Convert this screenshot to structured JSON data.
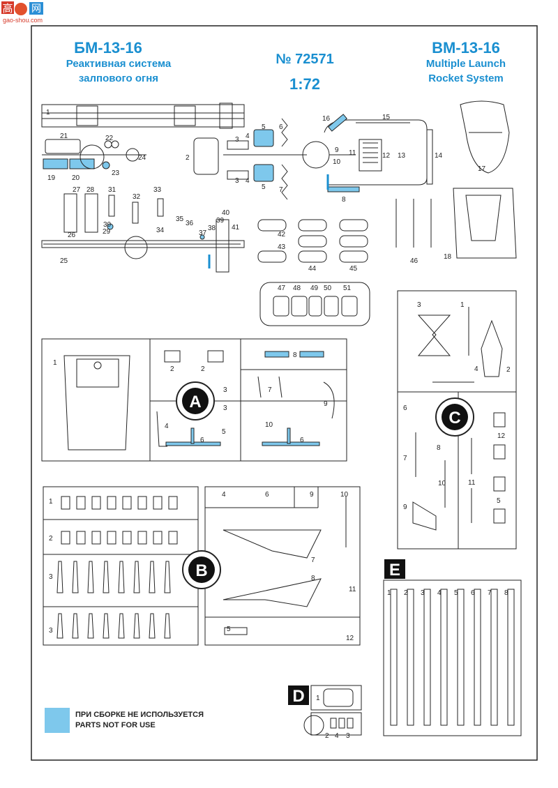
{
  "watermark": {
    "logo_char": "高",
    "logo_char2": "网",
    "url": "gao-shou.com"
  },
  "header": {
    "left": {
      "code": "БМ-13-16",
      "line1": "Реактивная система",
      "line2": "залпового огня"
    },
    "center": {
      "number": "№ 72571",
      "scale": "1:72"
    },
    "right": {
      "code": "BM-13-16",
      "line1": "Multiple Launch",
      "line2": "Rocket System"
    }
  },
  "colors": {
    "accent": "#1a8fd0",
    "not_used_fill": "#7ec8ec",
    "line": "#222222"
  },
  "sprues": {
    "A": {
      "letter": "A",
      "parts": [
        "1",
        "2",
        "2",
        "3",
        "3",
        "4",
        "5",
        "6",
        "6",
        "7",
        "8",
        "9",
        "10"
      ]
    },
    "B": {
      "letter": "B",
      "parts": [
        "1",
        "2",
        "3",
        "3",
        "4",
        "5",
        "6",
        "7",
        "8",
        "9",
        "10",
        "11",
        "12"
      ]
    },
    "C": {
      "letter": "C",
      "parts": [
        "1",
        "2",
        "3",
        "4",
        "5",
        "6",
        "7",
        "8",
        "9",
        "10",
        "11",
        "12"
      ]
    },
    "D": {
      "letter": "D",
      "parts": [
        "1",
        "2",
        "4",
        "3"
      ]
    },
    "E": {
      "letter": "E",
      "parts": [
        "1",
        "2",
        "3",
        "4",
        "5",
        "6",
        "7",
        "8"
      ]
    }
  },
  "top_parts": {
    "labels": [
      "1",
      "2",
      "3",
      "3",
      "4",
      "4",
      "5",
      "5",
      "6",
      "7",
      "8",
      "9",
      "10",
      "11",
      "12",
      "13",
      "14",
      "15",
      "16",
      "17",
      "18",
      "19",
      "20",
      "21",
      "22",
      "23",
      "24",
      "25",
      "26",
      "27",
      "28",
      "29",
      "30",
      "31",
      "32",
      "33",
      "34",
      "35",
      "36",
      "37",
      "38",
      "39",
      "40",
      "41",
      "42",
      "43",
      "44",
      "45",
      "46",
      "47",
      "48",
      "49",
      "50",
      "51"
    ]
  },
  "legend": {
    "line1": "ПРИ СБОРКЕ НЕ ИСПОЛЬЗУЕТСЯ",
    "line2": "PARTS NOT FOR USE"
  }
}
